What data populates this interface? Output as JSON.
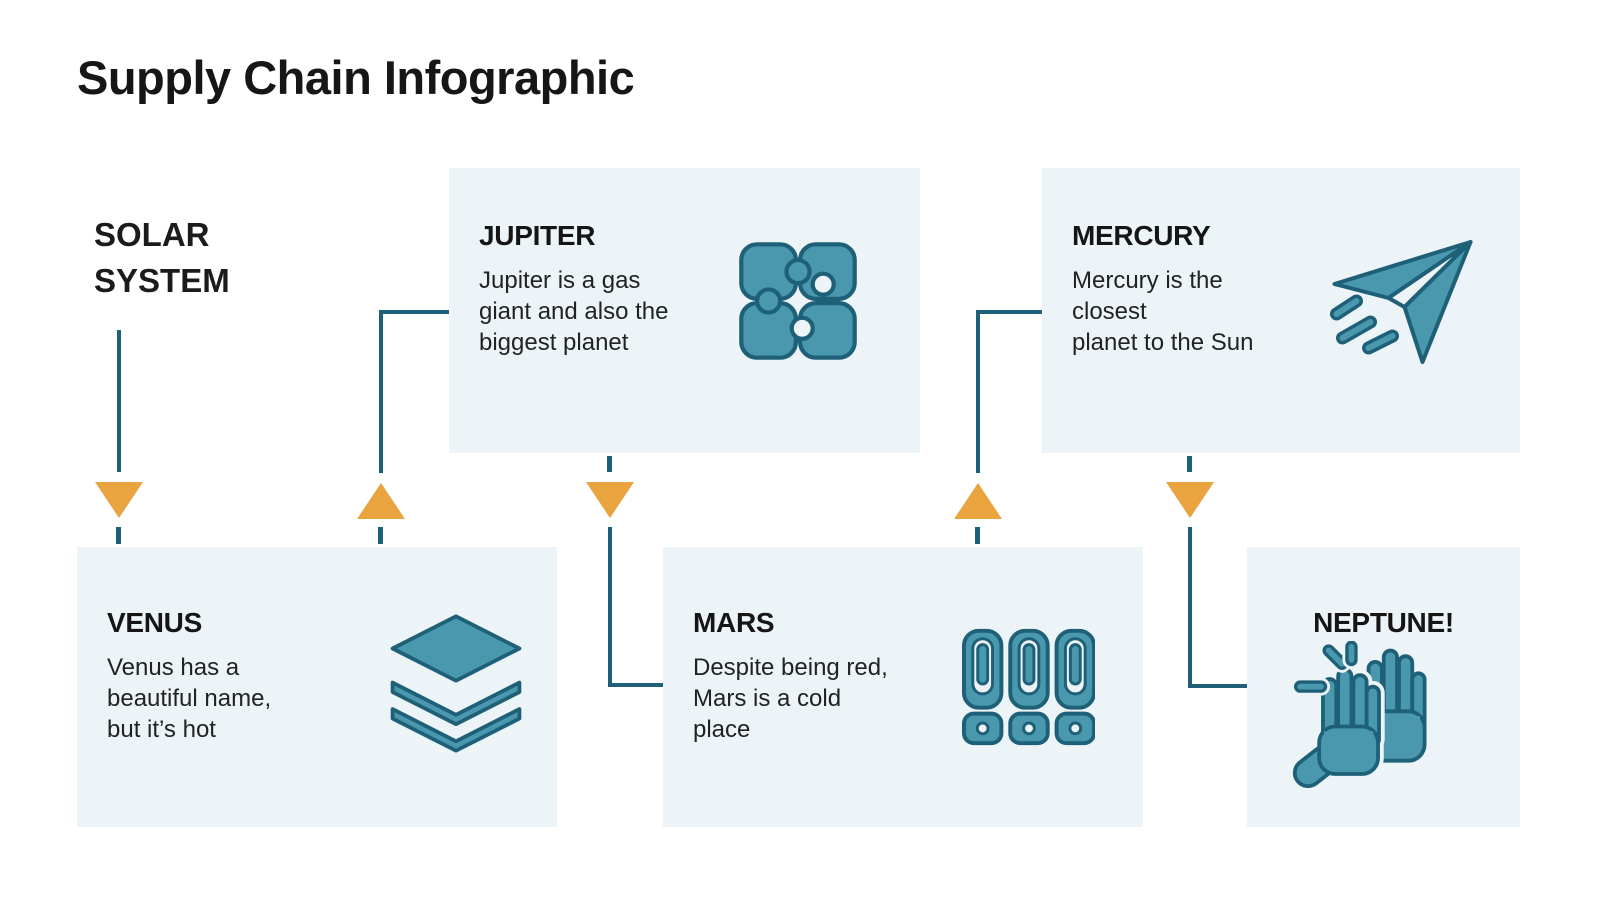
{
  "header": {
    "title": "Supply Chain Infographic"
  },
  "source": {
    "label": "SOLAR\nSYSTEM"
  },
  "nodes": [
    {
      "id": "jupiter",
      "title": "JUPITER",
      "body": "Jupiter is a gas\ngiant and also the\nbiggest planet",
      "icon": "puzzle-icon"
    },
    {
      "id": "mercury",
      "title": "MERCURY",
      "body": "Mercury is the\nclosest\nplanet to the Sun",
      "icon": "paper-plane-icon"
    },
    {
      "id": "venus",
      "title": "VENUS",
      "body": "Venus has a\nbeautiful name,\nbut it’s hot",
      "icon": "layers-icon"
    },
    {
      "id": "mars",
      "title": "MARS",
      "body": "Despite being red,\nMars is a cold\nplace",
      "icon": "archive-binders-icon"
    },
    {
      "id": "neptune",
      "title": "NEPTUNE!",
      "body": "",
      "icon": "clapping-hands-icon"
    }
  ],
  "edges": [
    {
      "from": "solar-system",
      "to": "venus",
      "arrow": "down"
    },
    {
      "from": "venus",
      "to": "jupiter",
      "arrow": "up"
    },
    {
      "from": "jupiter",
      "to": "mars",
      "arrow": "down"
    },
    {
      "from": "mars",
      "to": "mercury",
      "arrow": "up"
    },
    {
      "from": "mercury",
      "to": "neptune",
      "arrow": "down"
    }
  ],
  "colors": {
    "node_background": "#edf4f8",
    "icon_fill": "#4a98ae",
    "line_teal": "#1e6078",
    "arrow_orange": "#e9a43f",
    "text": "#1b1b1b"
  }
}
